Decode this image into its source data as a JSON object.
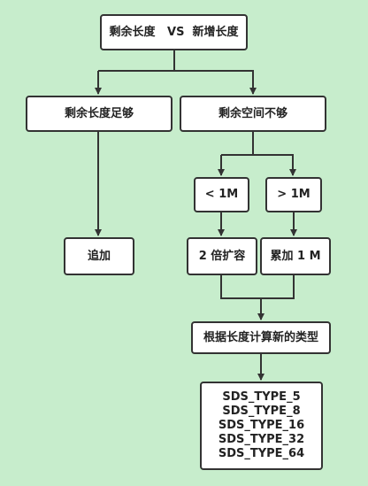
{
  "nodes": {
    "root": "剩余长度   VS  新增长度",
    "enough": "剩余长度足够",
    "not_enough": "剩余空间不够",
    "lt1m": "< 1M",
    "gt1m": "> 1M",
    "append": "追加",
    "double": "2 倍扩容",
    "add1m": "累加 1 M",
    "calc": "根据长度计算新的类型",
    "types": [
      "SDS_TYPE_5",
      "SDS_TYPE_8",
      "SDS_TYPE_16",
      "SDS_TYPE_32",
      "SDS_TYPE_64"
    ]
  },
  "colors": {
    "background": "#c7edcc",
    "node_fill": "#ffffff",
    "stroke": "#333333"
  }
}
